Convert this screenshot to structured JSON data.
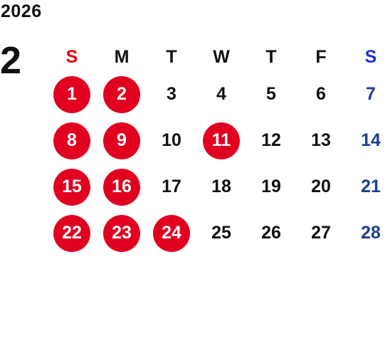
{
  "year": "2026",
  "month": "2",
  "weekdays": [
    "S",
    "M",
    "T",
    "W",
    "T",
    "F",
    "S"
  ],
  "colors": {
    "sunday_header": "#e8000f",
    "saturday_header": "#1a33e0",
    "saturday_day": "#1e3d91",
    "holiday_circle": "#e10020",
    "text": "#111111"
  },
  "weeks": [
    [
      "1",
      "2",
      "3",
      "4",
      "5",
      "6",
      "7"
    ],
    [
      "8",
      "9",
      "10",
      "11",
      "12",
      "13",
      "14"
    ],
    [
      "15",
      "16",
      "17",
      "18",
      "19",
      "20",
      "21"
    ],
    [
      "22",
      "23",
      "24",
      "25",
      "26",
      "27",
      "28"
    ]
  ],
  "highlighted_days": [
    "1",
    "2",
    "8",
    "9",
    "11",
    "15",
    "16",
    "22",
    "23",
    "24"
  ]
}
